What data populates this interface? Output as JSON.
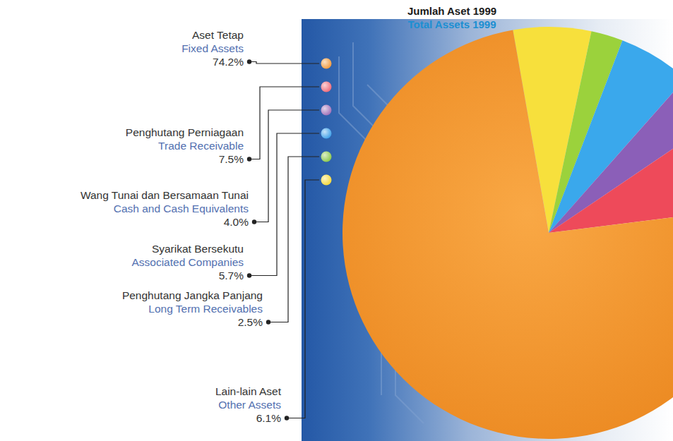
{
  "diagram": {
    "title": "Jumlah Aset 1999",
    "labels": [
      "Total Assets 1999",
      "Aset Tetap",
      "Fixed Assets",
      "74.2%",
      "Penghutang Perniagaan",
      "Trade Receivable",
      "7.5%",
      "Wang Tunai dan Bersamaan Tunai",
      "Cash and Cash Equivalents",
      "4.0%",
      "Syarikat Bersekutu",
      "Associated Companies",
      "5.7%",
      "Penghutang Jangka Panjang",
      "Long Term Receivables",
      "2.5%",
      "Lain-lain Aset",
      "Other Assets",
      "6.1%"
    ]
  }
}
